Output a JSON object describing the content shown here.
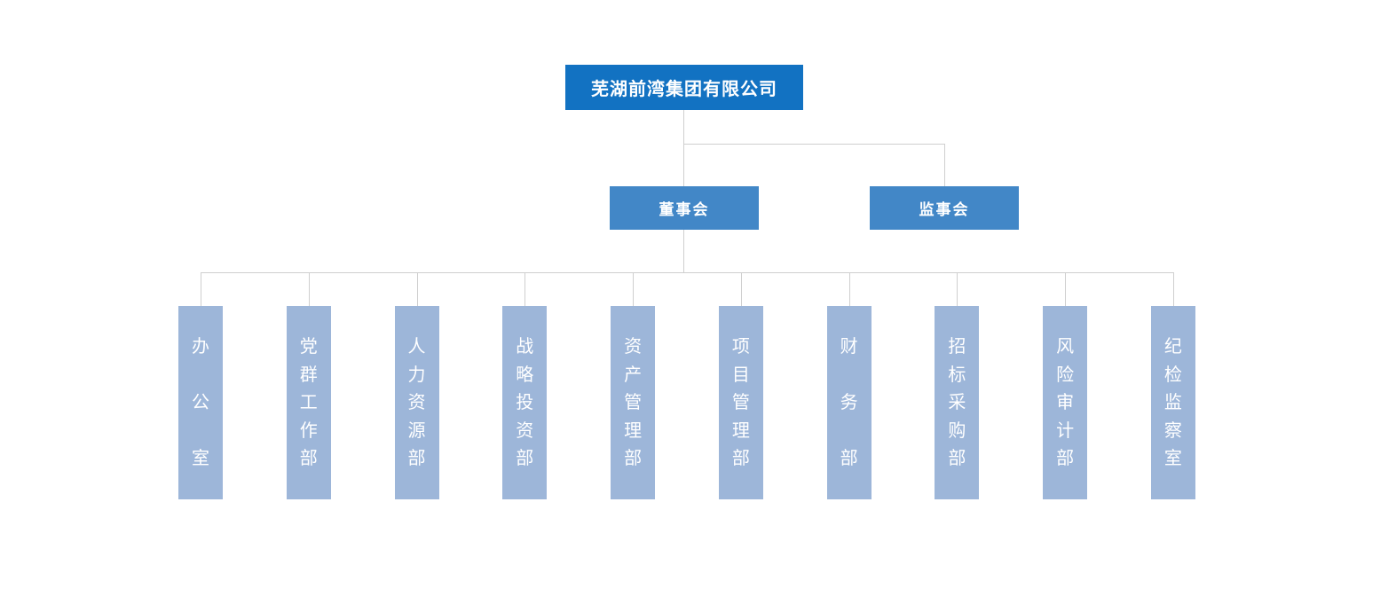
{
  "org_chart": {
    "root": {
      "label": "芜湖前湾集团有限公司"
    },
    "level2": [
      {
        "label": "董事会"
      },
      {
        "label": "监事会"
      }
    ],
    "departments": [
      "办公室",
      "党群工作部",
      "人力资源部",
      "战略投资部",
      "资产管理部",
      "项目管理部",
      "财务部",
      "招标采购部",
      "风险审计部",
      "纪检监察室"
    ],
    "colors": {
      "root_bg": "#1272c2",
      "level2_bg": "#4287c7",
      "dept_bg": "#9db6d9",
      "line": "#cfcfcf",
      "text": "#ffffff"
    }
  }
}
